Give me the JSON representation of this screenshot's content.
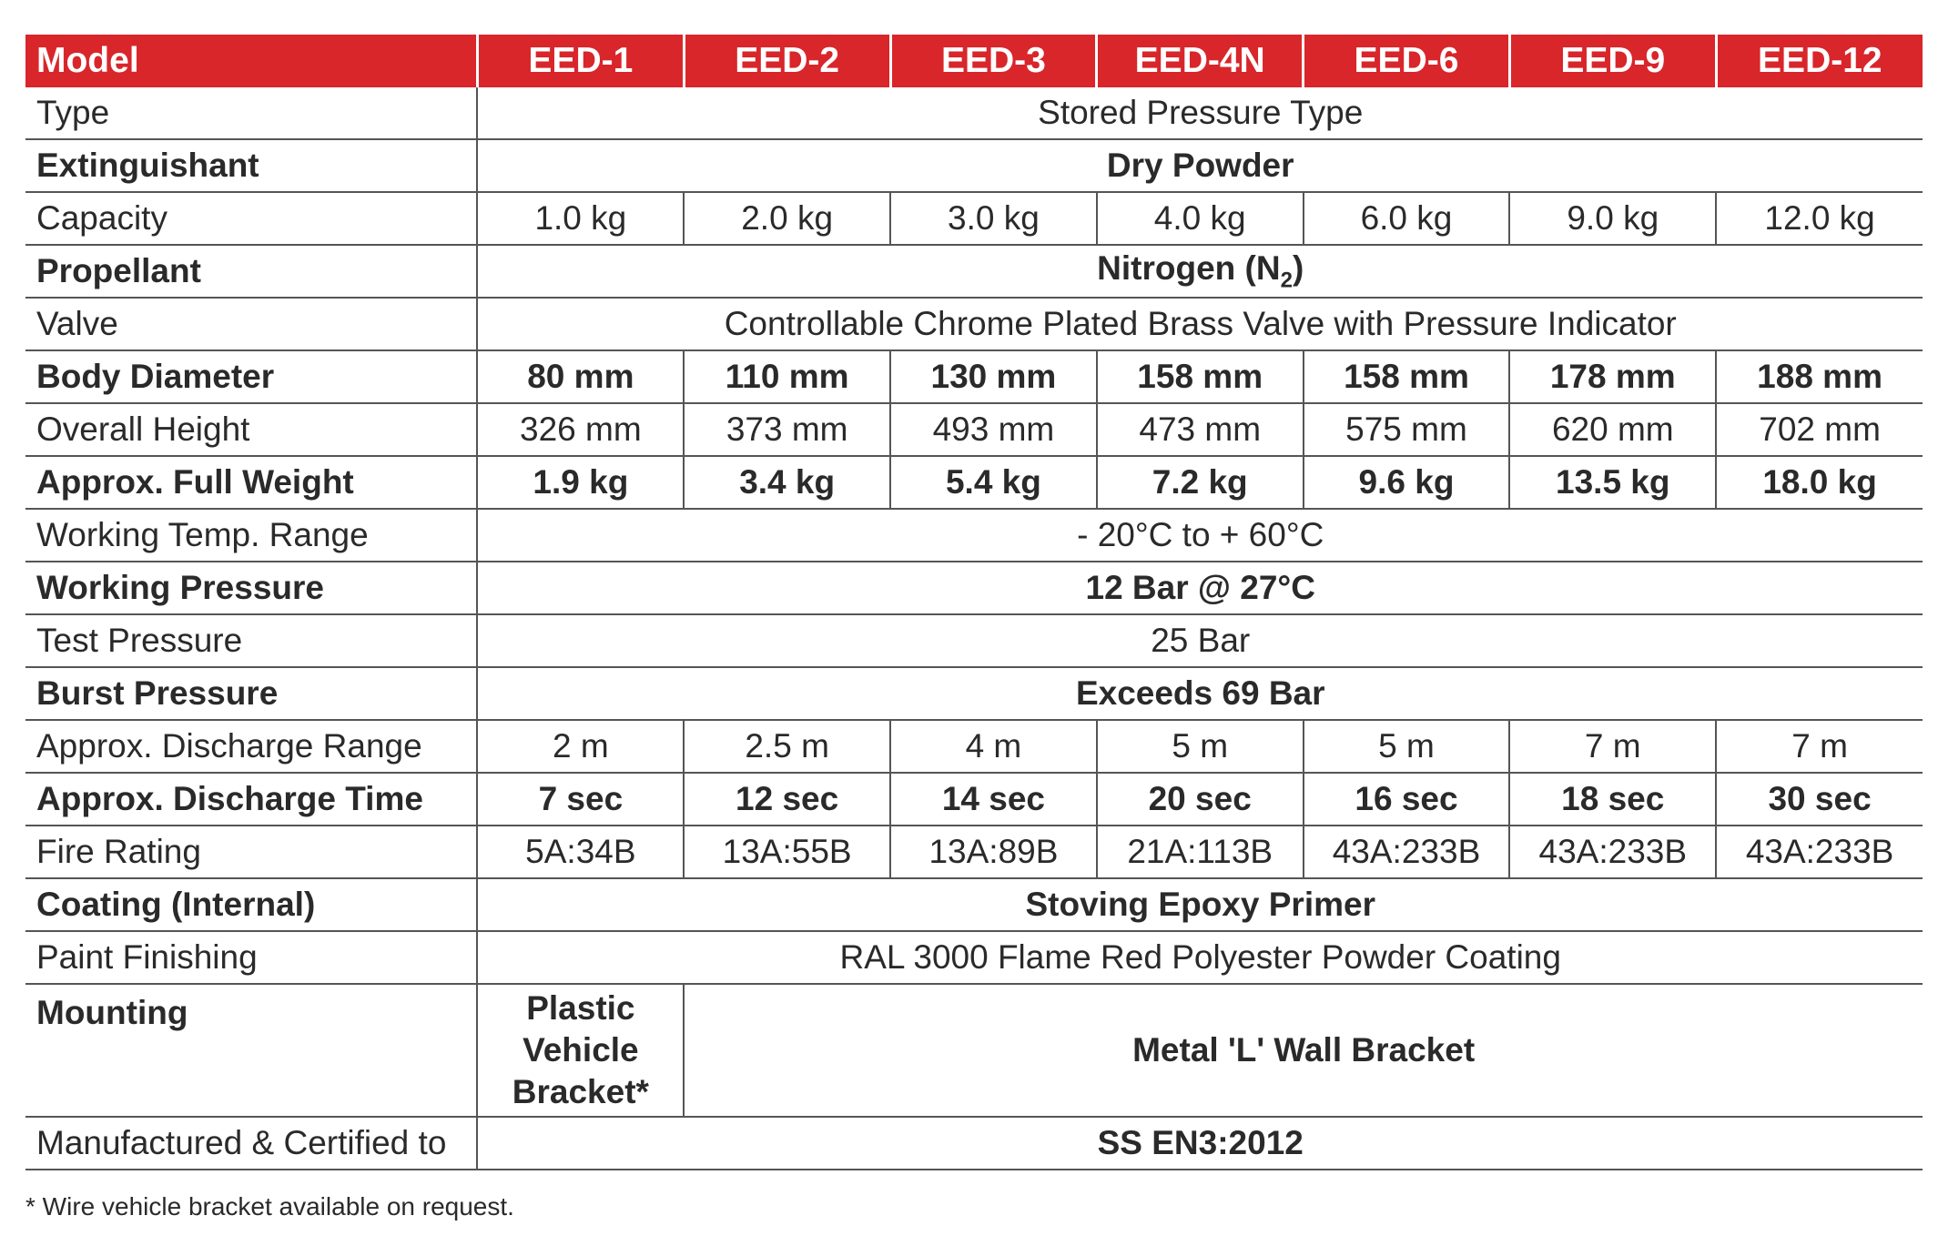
{
  "header": {
    "label": "Model",
    "models": [
      "EED-1",
      "EED-2",
      "EED-3",
      "EED-4N",
      "EED-6",
      "EED-9",
      "EED-12"
    ]
  },
  "rows": {
    "type": {
      "label": "Type",
      "value": "Stored Pressure Type"
    },
    "extinguishant": {
      "label": "Extinguishant",
      "value": "Dry Powder"
    },
    "capacity": {
      "label": "Capacity",
      "values": [
        "1.0 kg",
        "2.0 kg",
        "3.0 kg",
        "4.0 kg",
        "6.0 kg",
        "9.0 kg",
        "12.0 kg"
      ]
    },
    "propellant": {
      "label": "Propellant",
      "value": "Nitrogen (N",
      "sub": "2",
      "suffix": ")"
    },
    "valve": {
      "label": "Valve",
      "value": "Controllable Chrome Plated Brass Valve with Pressure Indicator"
    },
    "body_diameter": {
      "label": "Body Diameter",
      "values": [
        "80 mm",
        "110 mm",
        "130 mm",
        "158 mm",
        "158 mm",
        "178 mm",
        "188 mm"
      ]
    },
    "overall_height": {
      "label": "Overall Height",
      "values": [
        "326 mm",
        "373 mm",
        "493 mm",
        "473 mm",
        "575 mm",
        "620 mm",
        "702 mm"
      ]
    },
    "full_weight": {
      "label": "Approx. Full Weight",
      "values": [
        "1.9 kg",
        "3.4 kg",
        "5.4 kg",
        "7.2 kg",
        "9.6 kg",
        "13.5 kg",
        "18.0 kg"
      ]
    },
    "working_temp": {
      "label": "Working Temp. Range",
      "value": "- 20°C to + 60°C"
    },
    "working_pressure": {
      "label": "Working Pressure",
      "value": "12 Bar @ 27°C"
    },
    "test_pressure": {
      "label": "Test Pressure",
      "value": "25 Bar"
    },
    "burst_pressure": {
      "label": "Burst Pressure",
      "value": "Exceeds 69 Bar"
    },
    "discharge_range": {
      "label": "Approx. Discharge Range",
      "values": [
        "2 m",
        "2.5 m",
        "4 m",
        "5 m",
        "5 m",
        "7 m",
        "7 m"
      ]
    },
    "discharge_time": {
      "label": "Approx. Discharge Time",
      "values": [
        "7 sec",
        "12 sec",
        "14 sec",
        "20 sec",
        "16 sec",
        "18 sec",
        "30 sec"
      ]
    },
    "fire_rating": {
      "label": "Fire Rating",
      "values": [
        "5A:34B",
        "13A:55B",
        "13A:89B",
        "21A:113B",
        "43A:233B",
        "43A:233B",
        "43A:233B"
      ]
    },
    "coating": {
      "label": "Coating (Internal)",
      "value": "Stoving Epoxy Primer"
    },
    "paint": {
      "label": "Paint Finishing",
      "value": "RAL 3000 Flame Red Polyester Powder Coating"
    },
    "mounting": {
      "label": "Mounting",
      "value_first_line1": "Plastic Vehicle",
      "value_first_line2": "Bracket*",
      "value_rest": "Metal 'L' Wall Bracket"
    },
    "certification": {
      "label": "Manufactured & Certified to",
      "value": "SS EN3:2012"
    }
  },
  "footnote": "* Wire vehicle bracket available on request.",
  "colors": {
    "header_bg": "#d8262b",
    "header_text": "#ffffff",
    "text": "#2a2a2a",
    "rule": "#555555"
  }
}
